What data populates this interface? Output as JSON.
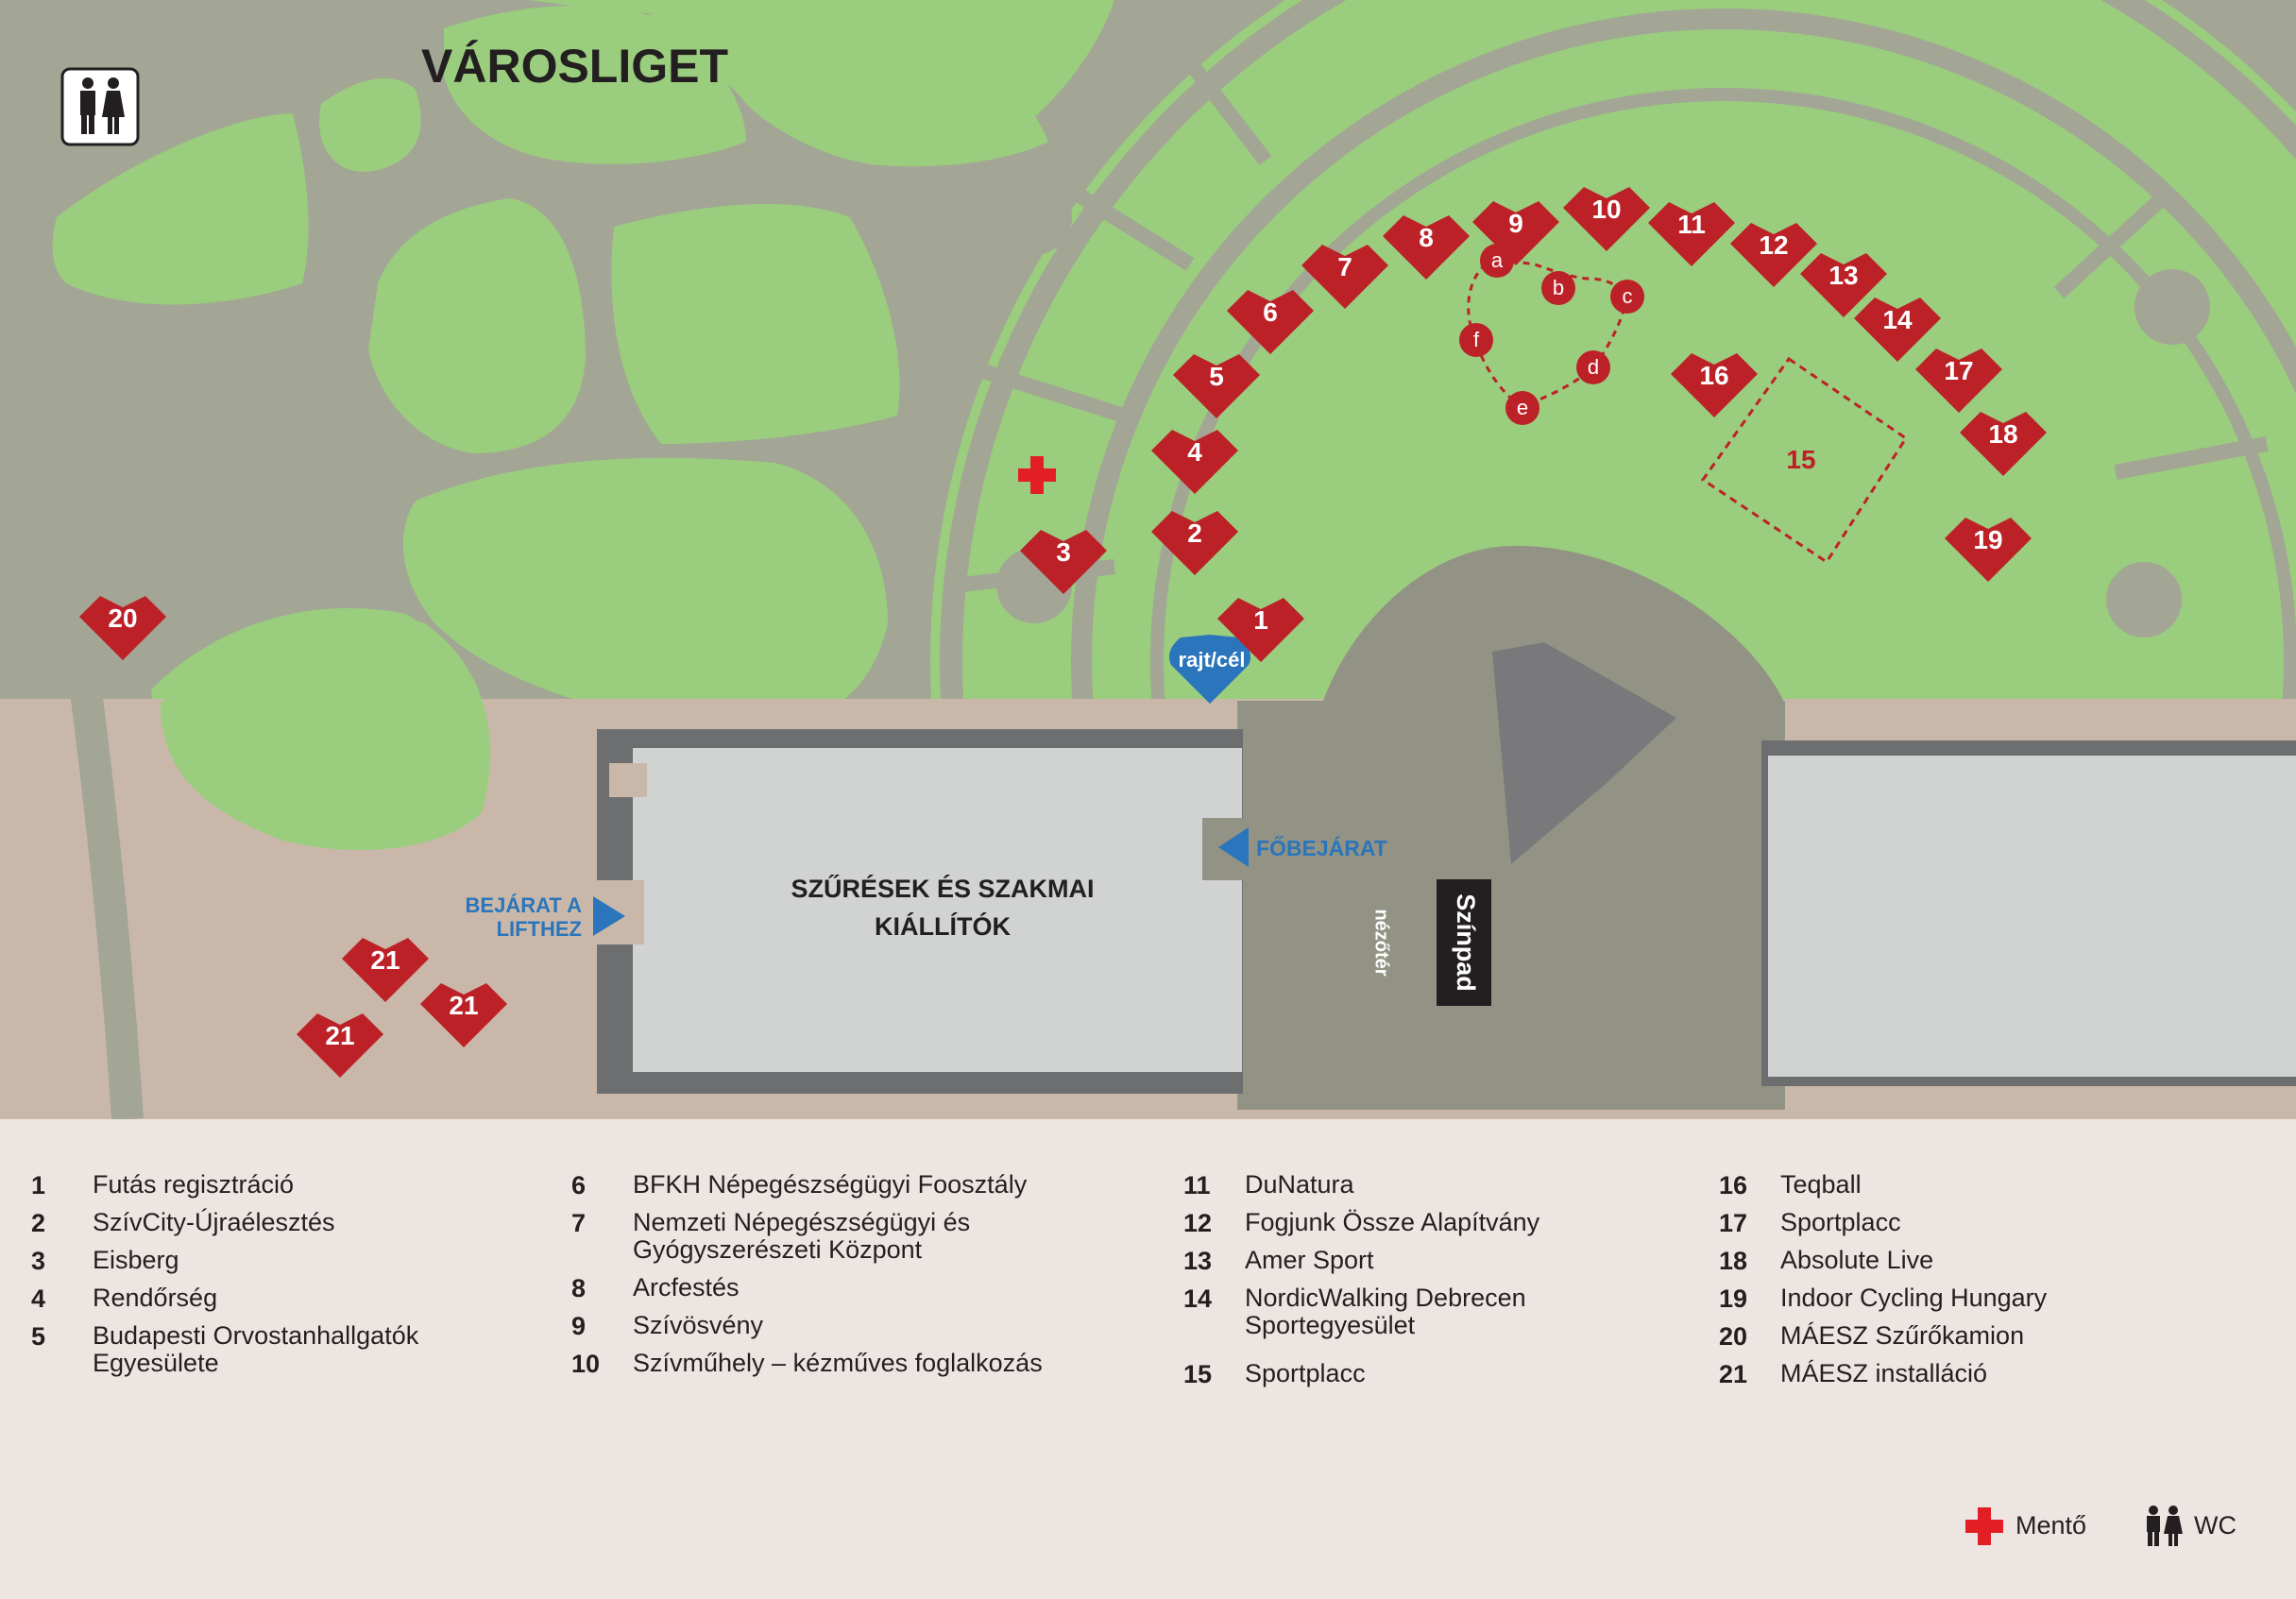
{
  "map": {
    "title": "VÁROSLIGET",
    "hall_label_line1": "SZŰRÉSEK ÉS SZAKMAI",
    "hall_label_line2": "KIÁLLÍTÓK",
    "lift_entrance_line1": "BEJÁRAT A",
    "lift_entrance_line2": "LIFTHEZ",
    "main_entrance": "FŐBEJÁRAT",
    "start_finish": "rajt/cél",
    "stage": "Színpad",
    "audience": "nézőtér",
    "area_15_label": "15",
    "markers": [
      "1",
      "2",
      "3",
      "4",
      "5",
      "6",
      "7",
      "8",
      "9",
      "10",
      "11",
      "12",
      "13",
      "14",
      "16",
      "17",
      "18",
      "19",
      "20",
      "21",
      "21",
      "21"
    ],
    "route_points": [
      "a",
      "b",
      "c",
      "d",
      "e",
      "f"
    ],
    "icons": [
      "wc-icon",
      "first-aid-cross-icon",
      "heart-marker-icon",
      "arrow-left-icon",
      "arrow-right-icon"
    ],
    "colors": {
      "grass": "#9acd7e",
      "paths": "#a3a595",
      "plaza": "#c9b8aa",
      "building": "#d1d2d2",
      "building_border": "#6d6e70",
      "stage_area": "#939385",
      "marker_red": "#bd2128",
      "entrance_blue": "#2a75bb",
      "legend_bg": "#ede5e1"
    }
  },
  "legend": {
    "col1": [
      {
        "num": "1",
        "label": "Futás regisztráció"
      },
      {
        "num": "2",
        "label": "SzívCity-Újraélesztés"
      },
      {
        "num": "3",
        "label": "Eisberg"
      },
      {
        "num": "4",
        "label": "Rendőrség"
      },
      {
        "num": "5",
        "label": "Budapesti Orvostanhallgatók Egyesülete"
      }
    ],
    "col2": [
      {
        "num": "6",
        "label": "BFKH Népegészségügyi Foosztály"
      },
      {
        "num": "7",
        "label": "Nemzeti Népegészségügyi és Gyógyszerészeti Központ"
      },
      {
        "num": "8",
        "label": "Arcfestés"
      },
      {
        "num": "9",
        "label": "Szívösvény"
      },
      {
        "num": "10",
        "label": "Szívműhely – kézműves foglalkozás"
      }
    ],
    "col3": [
      {
        "num": "11",
        "label": "DuNatura"
      },
      {
        "num": "12",
        "label": "Fogjunk Össze Alapítvány"
      },
      {
        "num": "13",
        "label": "Amer Sport"
      },
      {
        "num": "14",
        "label": "NordicWalking Debrecen Sportegyesület"
      },
      {
        "num": "15",
        "label": "Sportplacc"
      }
    ],
    "col4": [
      {
        "num": "16",
        "label": "Teqball"
      },
      {
        "num": "17",
        "label": "Sportplacc"
      },
      {
        "num": "18",
        "label": "Absolute Live"
      },
      {
        "num": "19",
        "label": "Indoor Cycling Hungary"
      },
      {
        "num": "20",
        "label": "MÁESZ Szűrőkamion"
      },
      {
        "num": "21",
        "label": "MÁESZ installáció"
      }
    ],
    "key_ambulance": "Mentő",
    "key_wc": "WC"
  }
}
